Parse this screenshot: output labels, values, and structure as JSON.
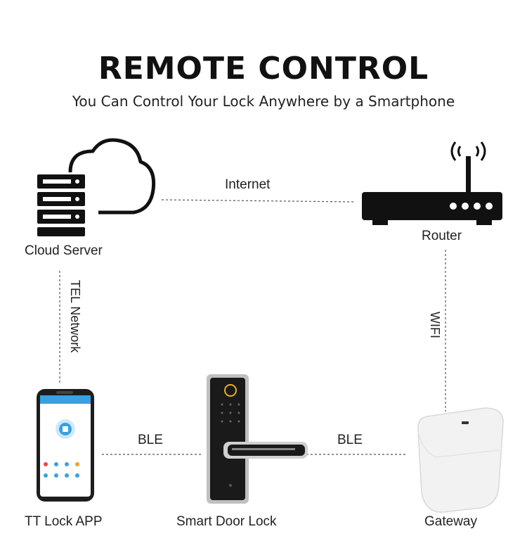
{
  "header": {
    "title": "REMOTE CONTROL",
    "subtitle": "You Can Control Your Lock Anywhere by a Smartphone"
  },
  "nodes": {
    "cloud_server": {
      "label": "Cloud Server",
      "icon": "cloud-server-icon"
    },
    "router": {
      "label": "Router",
      "icon": "router-icon"
    },
    "app": {
      "label": "TT Lock APP",
      "icon": "smartphone-icon"
    },
    "lock": {
      "label": "Smart Door Lock",
      "icon": "smart-lock-icon"
    },
    "gateway": {
      "label": "Gateway",
      "icon": "gateway-icon"
    }
  },
  "connections": {
    "internet": "Internet",
    "tel_network": "TEL Network",
    "wifi": "WIFI",
    "ble_left": "BLE",
    "ble_right": "BLE"
  },
  "colors": {
    "icon": "#111111",
    "phone_screen": "#3aa0e0",
    "lock_body": "#1a1a1a",
    "lock_frame": "#c0c0c0",
    "gateway": "#f2f2f2"
  }
}
